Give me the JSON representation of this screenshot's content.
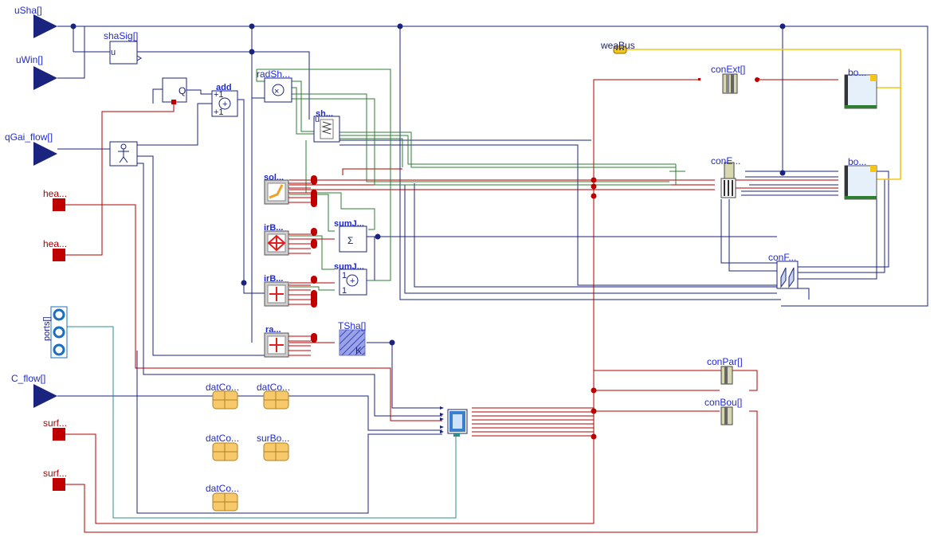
{
  "colors": {
    "navy": "#1a237e",
    "red": "#b00000",
    "green": "#2e7d32",
    "teal": "#2a8f8f",
    "gold": "#f5c518",
    "blue_text": "#1f2ad6",
    "red_text": "#b00000"
  },
  "inputs": {
    "uSha": "uSha[]",
    "uWin": "uWin[]",
    "qGai_flow": "qGai_flow[]",
    "C_flow": "C_flow[]"
  },
  "ports": {
    "hea1": "hea...",
    "hea2": "hea...",
    "surf1": "surf...",
    "surf2": "surf...",
    "ports": "ports[]"
  },
  "blocks": {
    "shaSig": "shaSig[]",
    "shaSig_port": "u",
    "q": "Q",
    "add": "add",
    "add_plus1": "+1",
    "add_plus2": "+1",
    "radSh": "radSh...",
    "sh": "sh...",
    "sh_port": "u",
    "sol": "sol...",
    "irB1": "irB...",
    "irB2": "irB...",
    "ra": "ra...",
    "sumJ1": "sumJ...",
    "sumJ2": "sumJ...",
    "sumJ2_in1": "1",
    "sumJ2_in2": "1",
    "TSha": "TSha[]",
    "TSha_unit": "K",
    "weaBus": "weaBus",
    "conExt": "conExt[]",
    "bo1": "bo...",
    "conE1": "conE...",
    "bo2": "bo...",
    "conF": "conF...",
    "conPar": "conPar[]",
    "conBou": "conBou[]",
    "datCo1": "datCo...",
    "datCo2": "datCo...",
    "datCo3": "datCo...",
    "surBo": "surBo...",
    "datCo4": "datCo..."
  }
}
